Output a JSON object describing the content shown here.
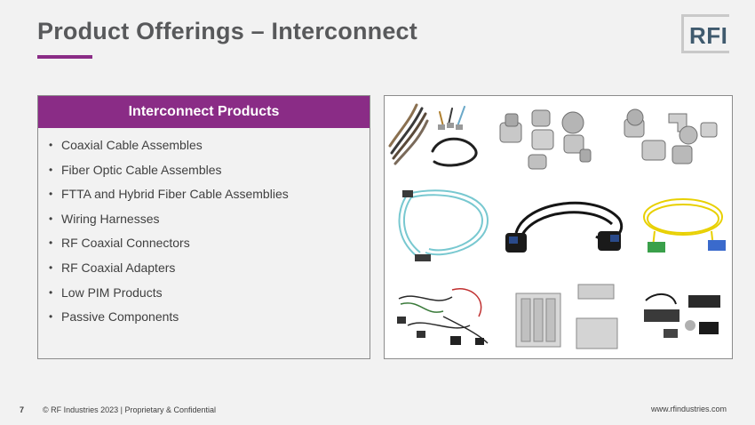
{
  "slide": {
    "title": "Product Offerings – Interconnect",
    "logo": "RFI",
    "accent": "#8a2c86"
  },
  "panel": {
    "header": "Interconnect Products",
    "items": [
      "Coaxial Cable Assembles",
      "Fiber Optic Cable Assembles",
      "FTTA and Hybrid Fiber Cable Assemblies",
      "Wiring Harnesses",
      "RF Coaxial Connectors",
      "RF Coaxial Adapters",
      "Low PIM Products",
      "Passive Components"
    ]
  },
  "gallery": {
    "images": [
      "coaxial-cable-assemblies-photo",
      "rf-coaxial-connectors-photo",
      "rf-coaxial-adapters-photo",
      "fiber-optic-cable-photo",
      "ftta-hybrid-cable-photo",
      "yellow-fiber-patch-cord-photo",
      "wiring-harnesses-photo",
      "passive-components-photo",
      "low-pim-products-photo"
    ]
  },
  "footer": {
    "page_number": "7",
    "copyright": "© RF Industries 2023 | Proprietary & Confidential",
    "website": "www.rfindustries.com"
  }
}
